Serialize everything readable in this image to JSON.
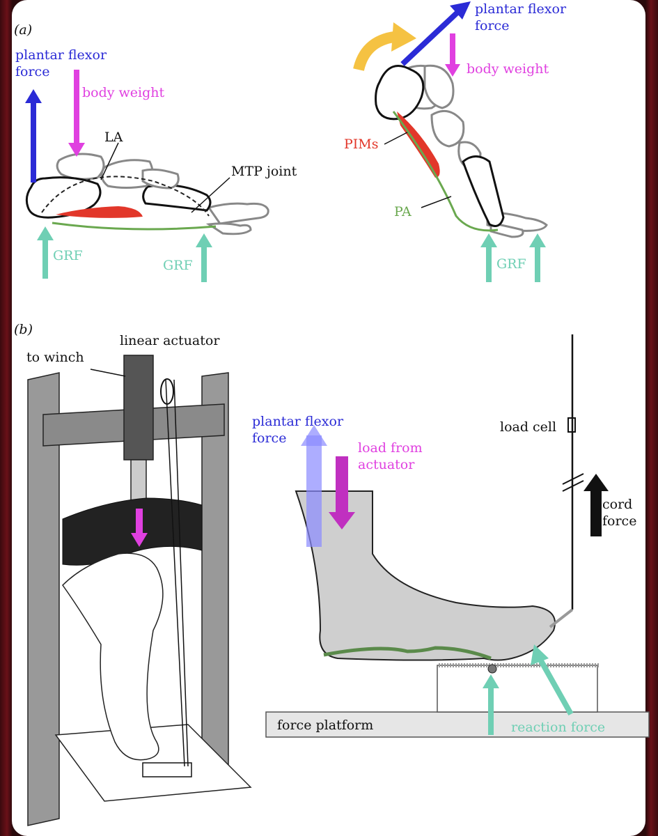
{
  "panel_a": {
    "label": "(a)",
    "left": {
      "plantar_flexor": "plantar flexor\nforce",
      "body_weight": "body weight",
      "la": "LA",
      "mtp": "MTP joint",
      "grf_1": "GRF",
      "grf_2": "GRF"
    },
    "right": {
      "plantar_flexor": "plantar flexor\nforce",
      "body_weight": "body weight",
      "pims": "PIMs",
      "pa": "PA",
      "grf": "GRF"
    }
  },
  "panel_b": {
    "label": "(b)",
    "linear_actuator": "linear actuator",
    "to_winch": "to winch",
    "plantar_flexor": "plantar flexor\nforce",
    "load_from_actuator": "load from\nactuator",
    "load_cell": "load cell",
    "cord_force": "cord\nforce",
    "force_platform": "force platform",
    "reaction_force": "reaction force"
  },
  "colors": {
    "blue": "#2b2bd6",
    "magenta": "#e040e0",
    "teal": "#6fcfb4",
    "red": "#e2372a",
    "green": "#6aa84f",
    "yellow": "#f5c242",
    "dark_green": "#5a8a4a"
  }
}
